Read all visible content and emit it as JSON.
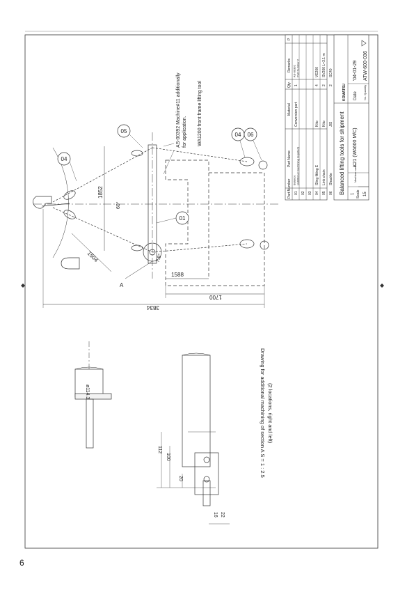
{
  "page_number": "6",
  "notes": {
    "line1": "AS-00392 Machine#11 additionally",
    "line2": "for application.",
    "line3": "WA1200 front frame lifting tool"
  },
  "section_caption": {
    "line1": "Drawing for additional machining of section A   S = 1 : 2.5",
    "line2": "(2 locations, right and left)"
  },
  "balloons": [
    "04",
    "05",
    "01",
    "04",
    "06"
  ],
  "dimensions": {
    "d1852": "1852",
    "angle60": "60°",
    "d1504": "1504",
    "d1588": "1588",
    "d1700": "1700",
    "d3834": "3834",
    "angle78": "7.8°",
    "section_a": "A",
    "phi114": "ø114.3",
    "d112": "112",
    "d100": "100",
    "d20": "20",
    "d22": "22",
    "d16": "16"
  },
  "parts_table": {
    "headers": [
      "Part Number",
      "Part Name",
      "Material",
      "Qty.",
      "Remarks",
      "P"
    ],
    "rows": [
      {
        "part_number": "01",
        "part_name": "Balance\n(additional machining required)",
        "material": "Conversion part",
        "qty": "1",
        "remarks": "AS-00392\nPart Number 2"
      },
      {
        "part_number": "02",
        "part_name": "",
        "material": "",
        "qty": "",
        "remarks": ""
      },
      {
        "part_number": "03",
        "part_name": "",
        "material": "",
        "qty": "",
        "remarks": ""
      },
      {
        "part_number": "04",
        "part_name": "Sling fitting E",
        "material": "Kito",
        "qty": "4",
        "remarks": "VE200"
      },
      {
        "part_number": "05",
        "part_name": "Link chain",
        "material": "Kito",
        "qty": "2",
        "remarks": "SV200  L=3.1 m"
      },
      {
        "part_number": "06",
        "part_name": "Shackle",
        "material": "JIS",
        "qty": "2",
        "remarks": "SC40"
      }
    ]
  },
  "title_block": {
    "title": "Balanced lifting tools for shipment",
    "brand": "KOMATSU",
    "machine_label": "Machine name",
    "machine": "K21 (WA600 M/C)",
    "scale_label": "Scale",
    "scale_top": "1",
    "scale_bottom": "15",
    "date_label": "Date",
    "date": "'04-01-29",
    "no_label": "No. Quantity",
    "drawing_no": "ATW-600-036"
  }
}
